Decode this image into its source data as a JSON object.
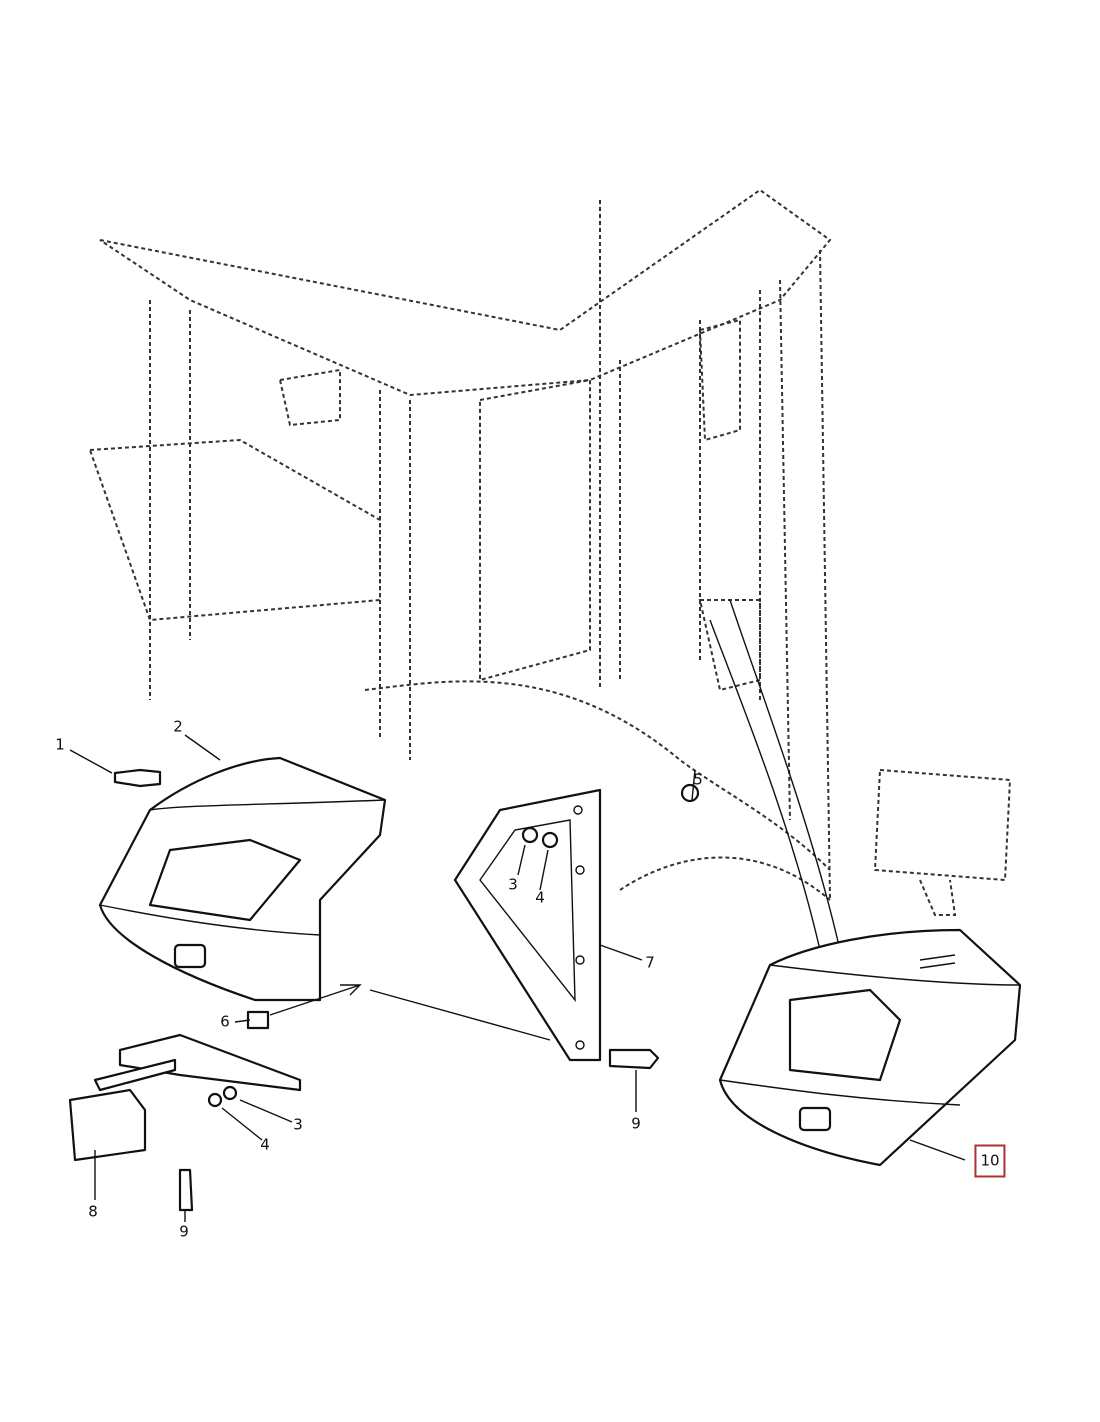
{
  "diagram": {
    "callouts": [
      {
        "id": "c1",
        "label": "1"
      },
      {
        "id": "c2",
        "label": "2"
      },
      {
        "id": "c3a",
        "label": "3"
      },
      {
        "id": "c4a",
        "label": "4"
      },
      {
        "id": "c5",
        "label": "5"
      },
      {
        "id": "c6",
        "label": "6"
      },
      {
        "id": "c7",
        "label": "7"
      },
      {
        "id": "c3b",
        "label": "3"
      },
      {
        "id": "c4b",
        "label": "4"
      },
      {
        "id": "c8",
        "label": "8"
      },
      {
        "id": "c9a",
        "label": "9"
      },
      {
        "id": "c9b",
        "label": "9"
      },
      {
        "id": "c10",
        "label": "10",
        "highlighted": true
      }
    ],
    "highlight_color": "#b03030"
  }
}
